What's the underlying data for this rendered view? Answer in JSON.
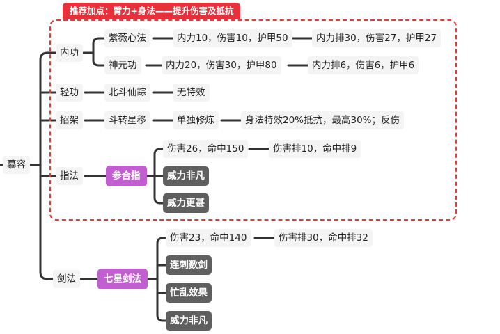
{
  "banner": "推荐加点：臂力+身法——提升伤害及抵抗",
  "root": "慕容",
  "neigong": {
    "label": "内功",
    "ziwei": {
      "label": "紫薇心法",
      "stats": "内力10，伤害10，护甲50",
      "rank": "内力排30，伤害27，护甲27"
    },
    "shenyuan": {
      "label": "神元功",
      "stats": "内力20，伤害30，护甲80",
      "rank": "内力排6，伤害6，护甲6"
    }
  },
  "qinggong": {
    "label": "轻功",
    "skill": "北斗仙踪",
    "effect": "无特效"
  },
  "zhaojia": {
    "label": "招架",
    "skill": "斗转星移",
    "mode": "单独修炼",
    "effect": "身法特效20%抵抗，最高30%；反伤"
  },
  "zhifa": {
    "label": "指法",
    "skill": "参合指",
    "stats": "伤害26，命中150",
    "rank": "伤害排10，命中排9",
    "traits": [
      "威力非凡",
      "威力更甚"
    ]
  },
  "jianfa": {
    "label": "剑法",
    "skill": "七星剑法",
    "stats": "伤害23，命中140",
    "rank": "伤害排30，命中排32",
    "traits": [
      "连刺数剑",
      "忙乱效果",
      "威力非凡"
    ]
  },
  "colors": {
    "line": "#333333",
    "dashed": "#e23b3b",
    "banner": "#e8303a",
    "purple": "#c15fd0",
    "dark": "#5f5f5f"
  }
}
